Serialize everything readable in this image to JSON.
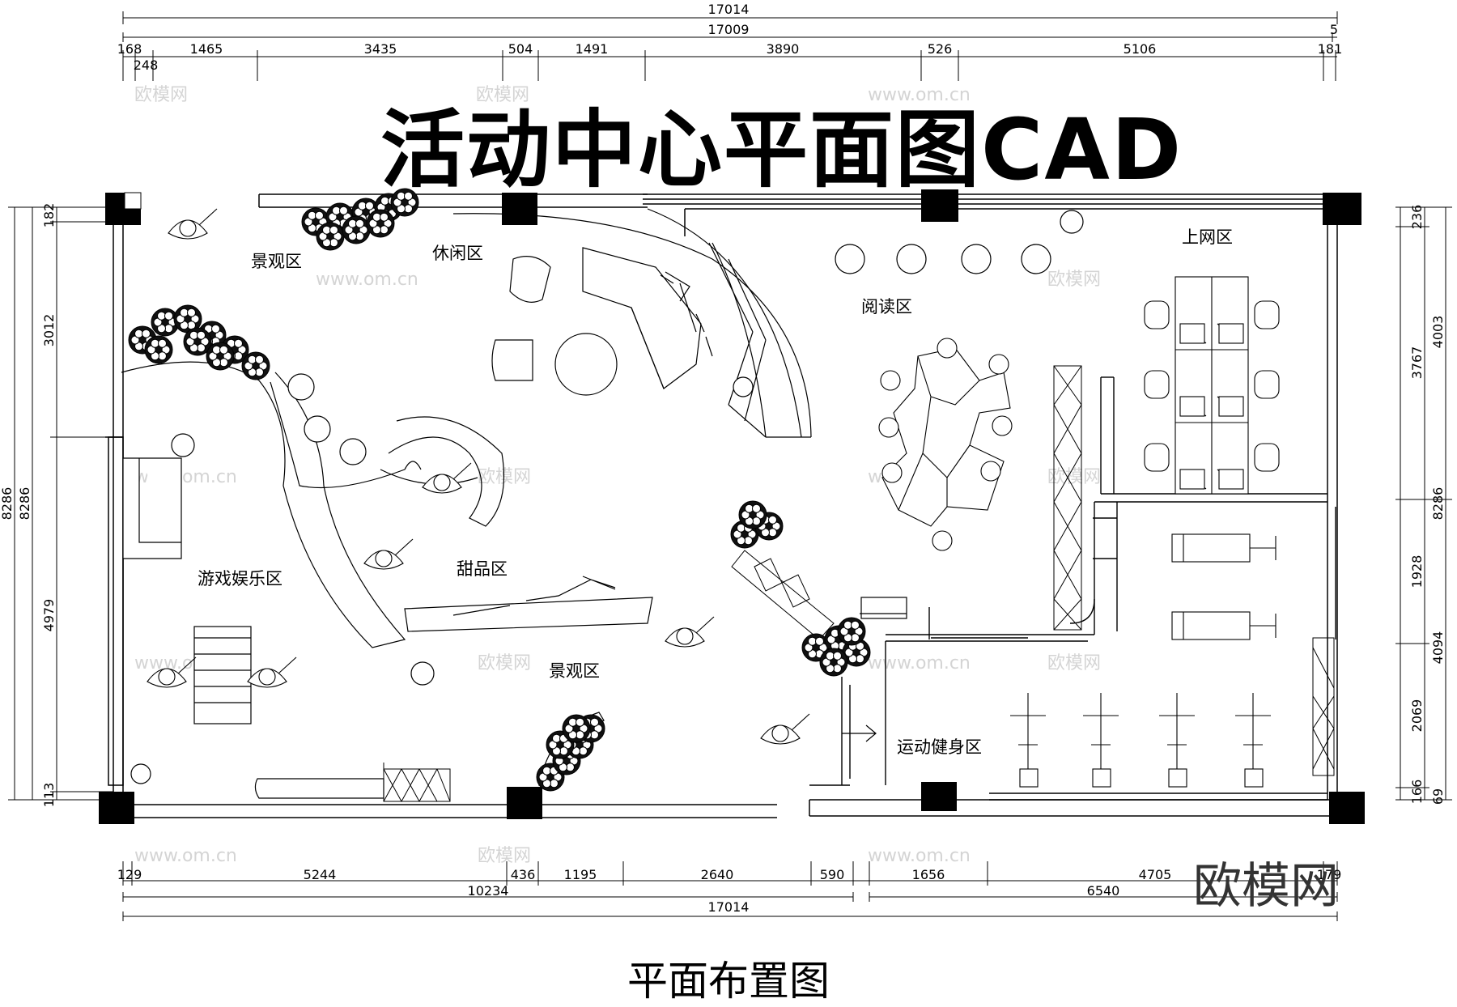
{
  "title": "活动中心平面图CAD",
  "caption": "平面布置图",
  "watermark": {
    "brand": "欧模网",
    "url": "www.om.cn"
  },
  "zones": {
    "landscape_nw": "景观区",
    "leisure": "休闲区",
    "reading": "阅读区",
    "internet": "上网区",
    "games": "游戏娱乐区",
    "dessert": "甜品区",
    "landscape_s": "景观区",
    "fitness": "运动健身区"
  },
  "dimensions": {
    "top_total_outer": "17014",
    "top_total_inner": "17009",
    "top_right_small": "5",
    "top_segments": [
      "168",
      "248",
      "1465",
      "3435",
      "504",
      "1491",
      "3890",
      "526",
      "5106",
      "181"
    ],
    "bottom_segments": [
      "129",
      "5244",
      "436",
      "1195",
      "2640",
      "590",
      "1656",
      "4705",
      "179"
    ],
    "bottom_subtotals": [
      "10234",
      "6540"
    ],
    "bottom_total": "17014",
    "left_total_outer": "8286",
    "left_total_inner": "8286",
    "left_segments": [
      "182",
      "3012",
      "4979",
      "113"
    ],
    "right_total": "8286",
    "right_inner": [
      "236",
      "3767",
      "4094",
      "69"
    ],
    "right_segments": [
      "4003",
      "1928",
      "2069",
      "166"
    ]
  },
  "colors": {
    "line": "#000000",
    "column": "#000000",
    "watermark": "#d4d4d4"
  }
}
